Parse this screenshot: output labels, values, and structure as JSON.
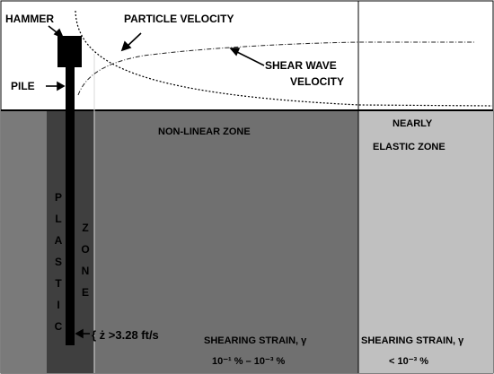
{
  "diagram": {
    "labels": {
      "hammer": "HAMMER",
      "pile": "PILE",
      "particle_velocity": "PARTICLE  VELOCITY",
      "shear_wave_line1": "SHEAR WAVE",
      "shear_wave_line2": "VELOCITY",
      "nonlinear_zone": "NON-LINEAR ZONE",
      "nearly_line1": "NEARLY",
      "nearly_line2": "ELASTIC ZONE",
      "velocity_condition": "{ ż >3.28 ft/s",
      "shearing_strain_nonlinear": "SHEARING STRAIN, γ",
      "strain_range_nonlinear": "10⁻¹ %  – 10⁻³ %",
      "shearing_strain_elastic": "SHEARING STRAIN, γ",
      "strain_range_elastic": "< 10⁻³  %"
    },
    "plastic_letters": [
      "P",
      "L",
      "A",
      "S",
      "T",
      "I",
      "C"
    ],
    "zone_letters": [
      "Z",
      "O",
      "N",
      "E"
    ],
    "colors": {
      "outer_soil": "#7a7a7a",
      "plastic_zone": "#3f3f3f",
      "nonlinear_zone": "#707070",
      "elastic_zone": "#c0c0c0",
      "pile": "#000000"
    }
  }
}
